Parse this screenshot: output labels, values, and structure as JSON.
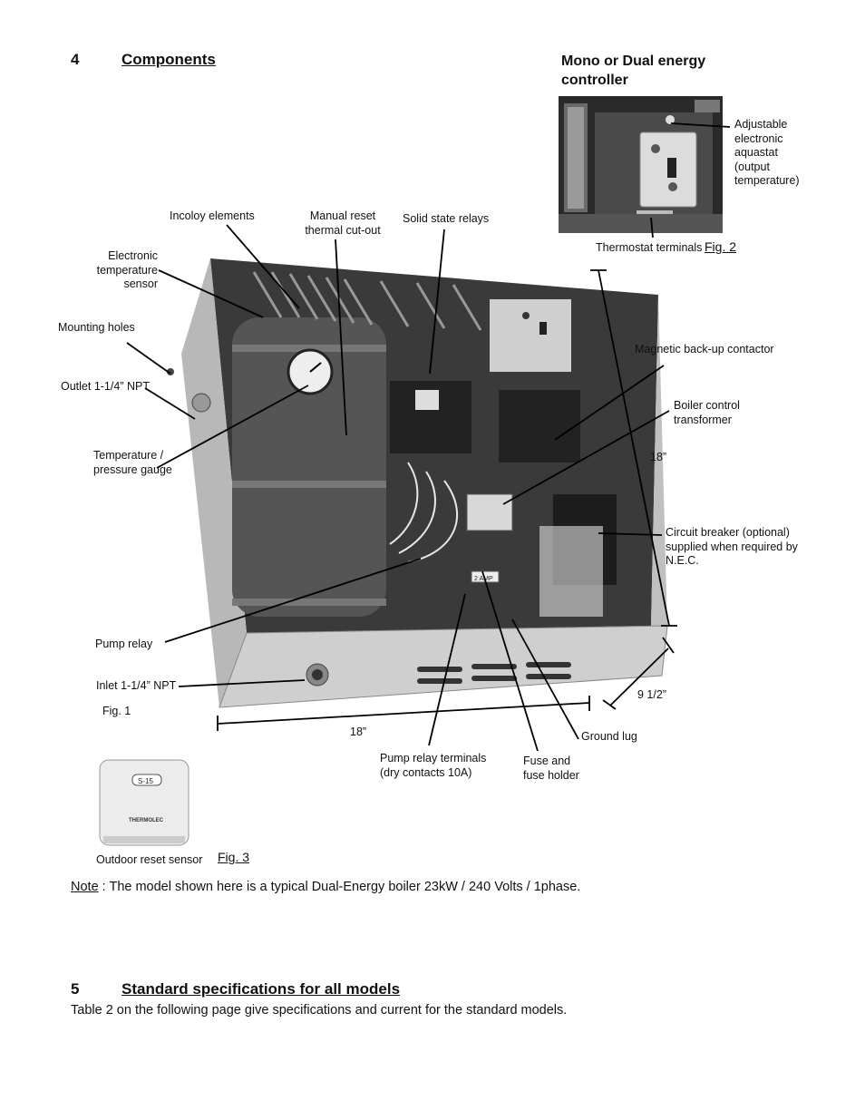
{
  "section4": {
    "number": "4",
    "title": "Components"
  },
  "controller": {
    "title": "Mono or Dual energy controller",
    "aquastat_label": "Adjustable electronic aquastat (output temperature)",
    "thermostat_label": "Thermostat terminals",
    "fig": "Fig. 2"
  },
  "labels": {
    "incoloy": "Incoloy elements",
    "manual_reset": "Manual reset thermal cut-out",
    "ssr": "Solid state relays",
    "temp_sensor": "Electronic temperature sensor",
    "mounting_holes": "Mounting holes",
    "outlet": "Outlet 1-1/4” NPT",
    "gauge": "Temperature / pressure gauge",
    "magnetic": "Magnetic back-up contactor",
    "transformer": "Boiler control transformer",
    "dim_height": "18”",
    "breaker": "Circuit breaker (optional) supplied when required by N.E.C.",
    "pump_relay": "Pump relay",
    "inlet": "Inlet 1-1/4” NPT",
    "dim_depth": "9 1/2”",
    "fig1": "Fig. 1",
    "dim_width": "18”",
    "ground_lug": "Ground lug",
    "pump_terminals": "Pump relay terminals (dry contacts 10A)",
    "fuse": "Fuse and fuse holder",
    "outdoor": "Outdoor reset sensor",
    "fig3": "Fig. 3"
  },
  "device_marks": {
    "amp": "2 AMP",
    "sensor_model": "S-15",
    "sensor_brand": "THERMOLEC"
  },
  "note": {
    "label": "Note",
    "text": " : The model shown here is a typical Dual-Energy boiler 23kW / 240 Volts / 1phase."
  },
  "section5": {
    "number": "5",
    "title": "Standard specifications for all models",
    "text": "Table 2 on the following page give specifications and current for the standard models."
  }
}
